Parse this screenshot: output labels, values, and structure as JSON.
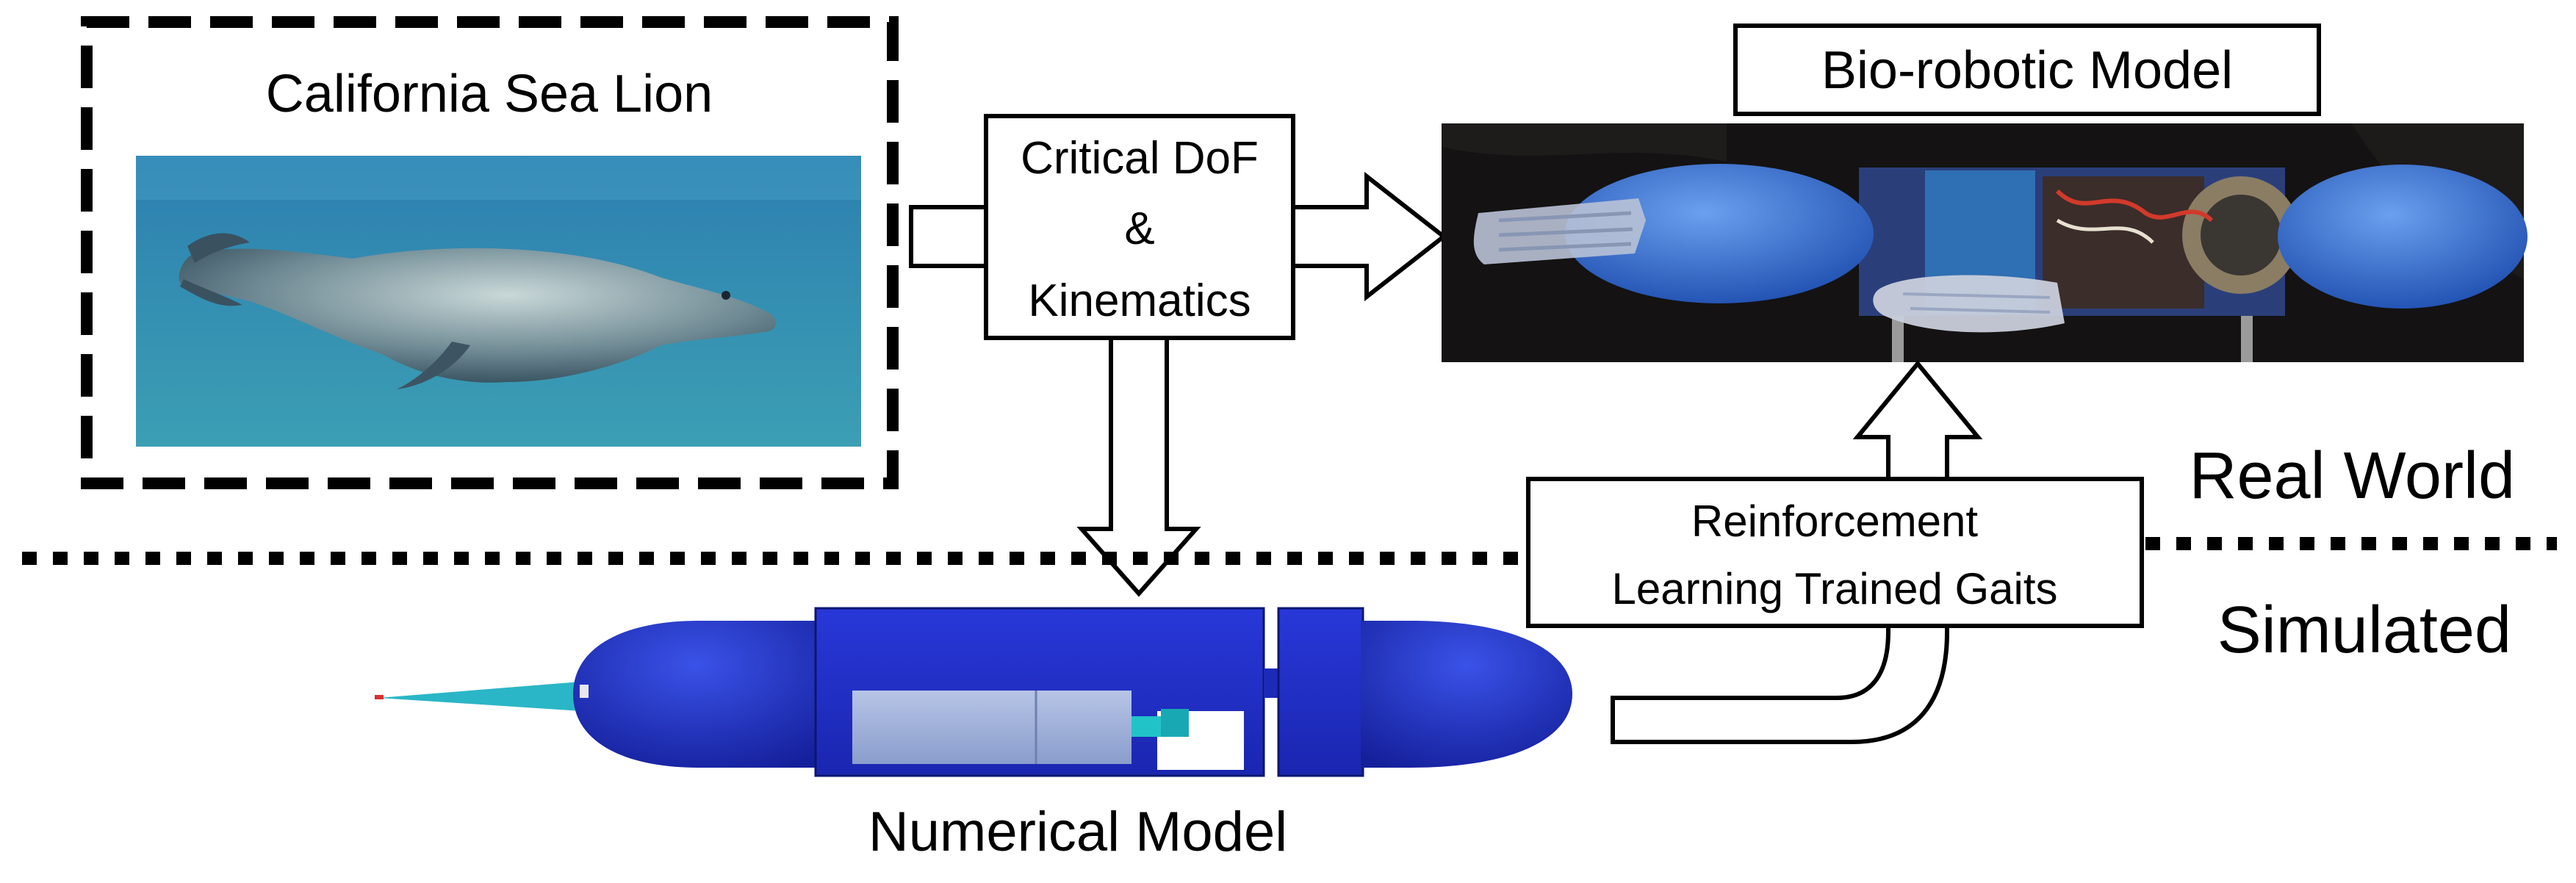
{
  "labels": {
    "sea_lion_title": "California Sea Lion",
    "critical_line1": "Critical DoF",
    "critical_line2": "&",
    "critical_line3": "Kinematics",
    "biorobotic_title": "Bio-robotic Model",
    "real_world": "Real World",
    "simulated": "Simulated",
    "rl_line1": "Reinforcement",
    "rl_line2": "Learning Trained Gaits",
    "numerical_model": "Numerical Model"
  },
  "colors": {
    "stroke": "#000000",
    "water_top": "#2a86b4",
    "water_bottom": "#3f9bb8",
    "robot_backdrop": "#141212",
    "robot_blue": "#2f66c9",
    "sim_blue": "#1f2fc8",
    "sim_gray": "#9fb0d8",
    "sim_cyan": "#22c3c8"
  },
  "icons": {
    "sea_lion_photo": "sea-lion-photo",
    "robot_photo": "biorobot-photo",
    "sim_model": "numerical-robot-model"
  }
}
